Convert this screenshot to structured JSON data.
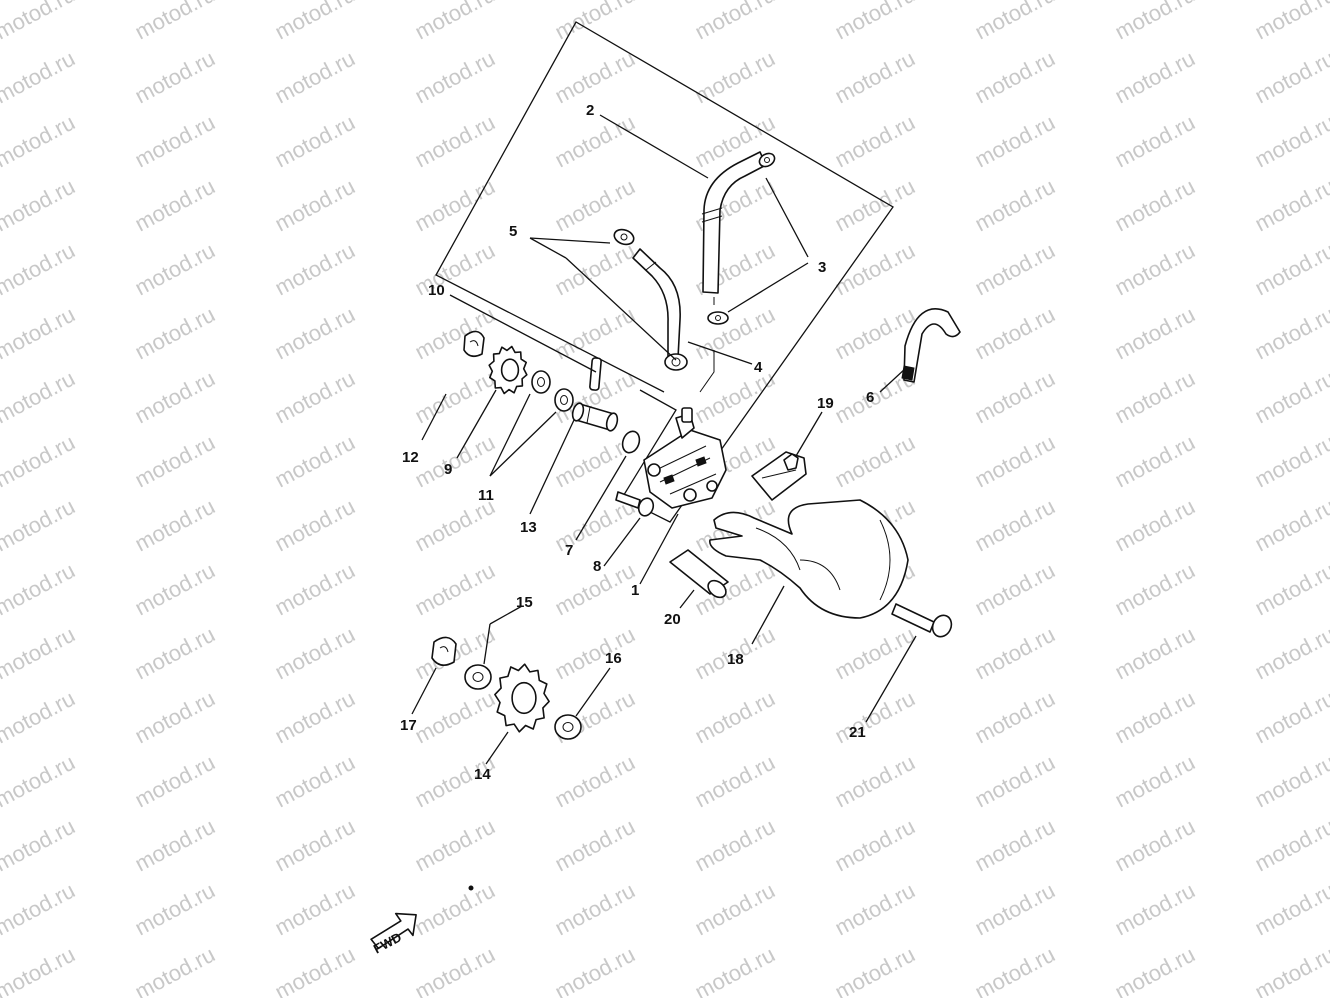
{
  "watermark": "motod.ru",
  "fwd_label": "FWD",
  "callouts": [
    {
      "id": "c1",
      "label": "1"
    },
    {
      "id": "c2",
      "label": "2"
    },
    {
      "id": "c3",
      "label": "3"
    },
    {
      "id": "c4",
      "label": "4"
    },
    {
      "id": "c5",
      "label": "5"
    },
    {
      "id": "c6",
      "label": "6"
    },
    {
      "id": "c7",
      "label": "7"
    },
    {
      "id": "c8",
      "label": "8"
    },
    {
      "id": "c9",
      "label": "9"
    },
    {
      "id": "c10",
      "label": "10"
    },
    {
      "id": "c11",
      "label": "11"
    },
    {
      "id": "c12",
      "label": "12"
    },
    {
      "id": "c13",
      "label": "13"
    },
    {
      "id": "c14",
      "label": "14"
    },
    {
      "id": "c15",
      "label": "15"
    },
    {
      "id": "c16",
      "label": "16"
    },
    {
      "id": "c17",
      "label": "17"
    },
    {
      "id": "c18",
      "label": "18"
    },
    {
      "id": "c19",
      "label": "19"
    },
    {
      "id": "c20",
      "label": "20"
    },
    {
      "id": "c21",
      "label": "21"
    }
  ]
}
